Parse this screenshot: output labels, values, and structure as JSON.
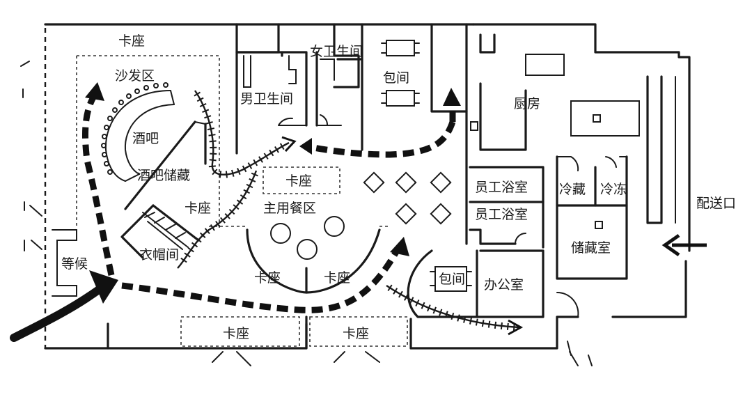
{
  "labels": {
    "booth_top": "卡座",
    "sofa_area": "沙发区",
    "bar": "酒吧",
    "bar_storage": "酒吧储藏",
    "booth_left": "卡座",
    "cloakroom": "衣帽间",
    "waiting": "等候",
    "mens_wc": "男卫生间",
    "womens_wc": "女卫生间",
    "private_room_top": "包间",
    "booth_center": "卡座",
    "main_dining": "主用餐区",
    "booth_arc_left": "卡座",
    "booth_arc_right": "卡座",
    "booth_bottom_left": "卡座",
    "booth_bottom_right": "卡座",
    "kitchen": "厨房",
    "staff_bath_1": "员工浴室",
    "staff_bath_2": "员工浴室",
    "cold_storage": "冷藏",
    "freezer": "冷冻",
    "storage_room": "储藏室",
    "private_room_bottom": "包间",
    "office": "办公室",
    "delivery": "配送口"
  },
  "colors": {
    "ink": "#1a1a1a",
    "paper": "#ffffff",
    "zone_fill": "#e9e9e9"
  }
}
